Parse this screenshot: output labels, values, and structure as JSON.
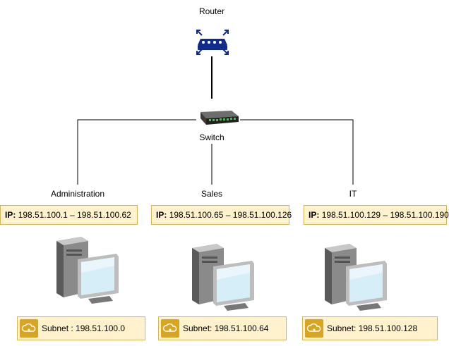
{
  "router": {
    "label": "Router",
    "icon": "router-icon"
  },
  "switch": {
    "label": "Switch",
    "icon": "switch-icon"
  },
  "departments": [
    {
      "name": "Administration",
      "ip_prefix": "IP:",
      "ip_range": "198.51.100.1 – 198.51.100.62",
      "subnet": "Subnet : 198.51.100.0"
    },
    {
      "name": "Sales",
      "ip_prefix": "IP:",
      "ip_range": "198.51.100.65 – 198.51.100.126",
      "subnet": "Subnet: 198.51.100.64"
    },
    {
      "name": "IT",
      "ip_prefix": "IP:",
      "ip_range": "198.51.100.129 – 198.51.100.190",
      "subnet": "Subnet:  198.51.100.128"
    }
  ],
  "colors": {
    "router_blue": "#0f2c8c",
    "box_fill": "#fff2cc",
    "box_border": "#d6b656",
    "subnet_icon": "#d9a520"
  }
}
